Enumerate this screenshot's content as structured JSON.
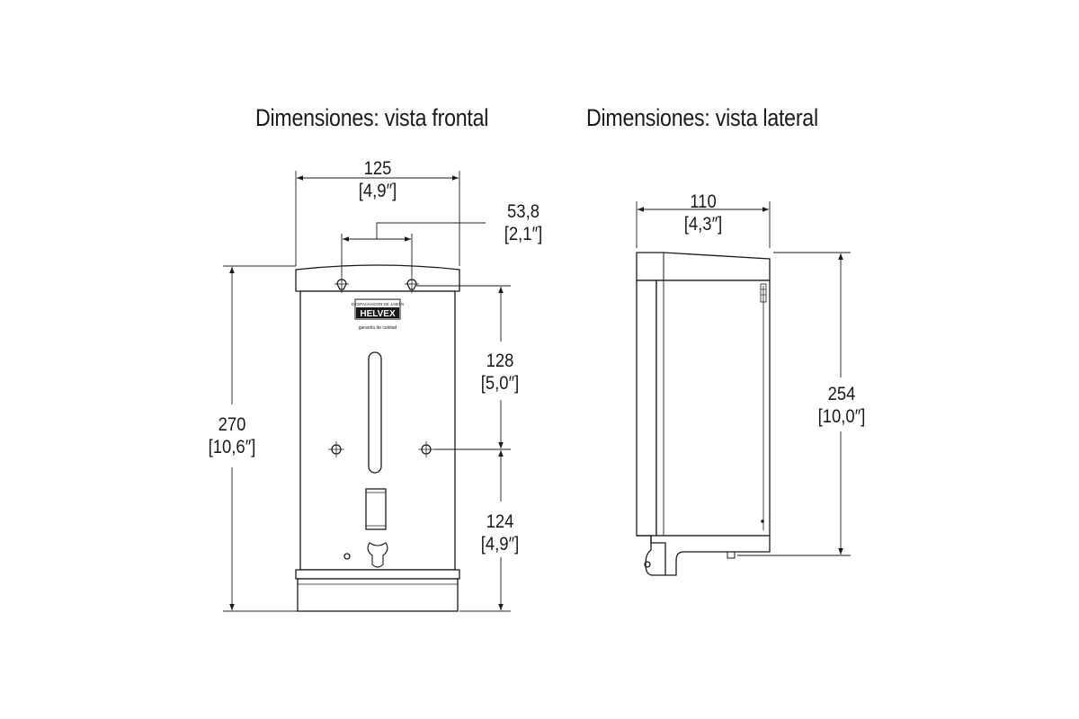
{
  "titles": {
    "front": "Dimensiones: vista frontal",
    "side": "Dimensiones: vista lateral"
  },
  "front_view": {
    "width": {
      "mm": "125",
      "in": "[4,9″]"
    },
    "hole_spacing": {
      "mm": "53,8",
      "in": "[2,1″]"
    },
    "height": {
      "mm": "270",
      "in": "[10,6″]"
    },
    "upper_holes_to_lower": {
      "mm": "128",
      "in": "[5,0″]"
    },
    "lower_holes_to_bottom": {
      "mm": "124",
      "in": "[4,9″]"
    },
    "label_plate": {
      "line1": "DESPACHADOR DE JABÓN",
      "brand": "HELVEX",
      "tagline": "garantía de calidad"
    }
  },
  "side_view": {
    "depth": {
      "mm": "110",
      "in": "[4,3″]"
    },
    "height": {
      "mm": "254",
      "in": "[10,0″]"
    }
  },
  "colors": {
    "line": "#1a1a1a",
    "background": "#ffffff"
  }
}
